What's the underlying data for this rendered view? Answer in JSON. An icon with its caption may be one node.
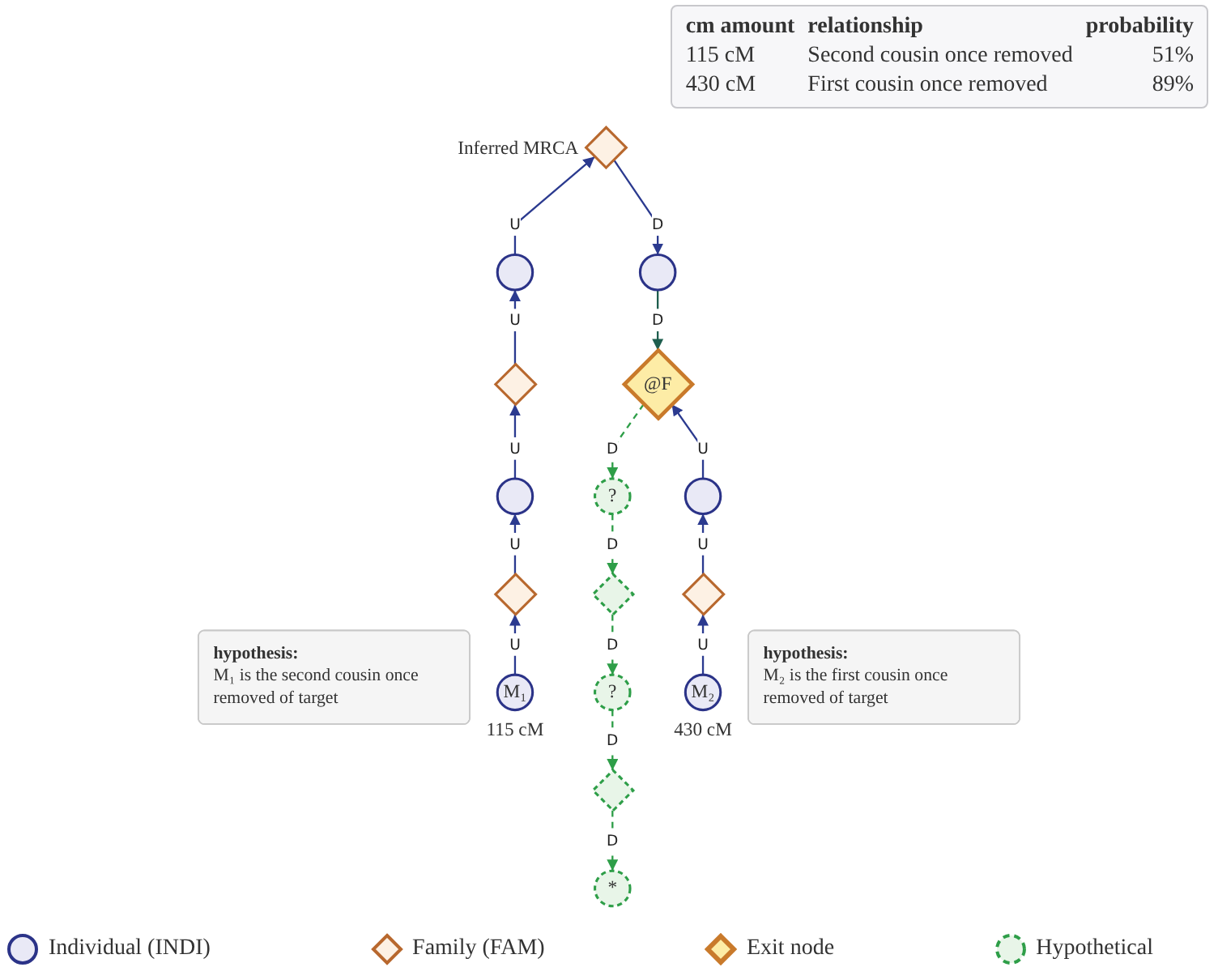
{
  "diagram": {
    "nodes": [
      {
        "text": [],
        "shape": "diamond",
        "beside": [
          "Inferred MRCA"
        ]
      },
      {
        "text": [],
        "shape": "circle"
      },
      {
        "text": [],
        "shape": "diamond"
      },
      {
        "text": [],
        "shape": "circle"
      },
      {
        "text": [],
        "shape": "diamond"
      },
      {
        "text": [
          "M₁"
        ],
        "beside": [
          "115 cM"
        ]
      },
      {
        "text": [],
        "shape": "circle"
      },
      {
        "text": [
          "@F"
        ]
      },
      {
        "text": [
          "?"
        ]
      },
      {
        "text": [],
        "shape": "diamond"
      },
      {
        "text": [
          "?"
        ]
      },
      {
        "text": [],
        "shape": "diamond"
      },
      {
        "text": [
          "*"
        ]
      },
      {
        "text": [],
        "shape": "circle"
      },
      {
        "text": [],
        "shape": "diamond"
      },
      {
        "text": [
          "M₂"
        ],
        "beside": [
          "430 cM"
        ]
      },
      {
        "text": [
          "hypothesis:",
          "M₁ is the second cousin once removed of target"
        ]
      },
      {
        "text": [
          "hypothesis:",
          "M₂ is the first cousin once removed of target"
        ]
      }
    ],
    "edges": [
      {
        "from": 5,
        "to": 4,
        "arrow": "to",
        "label": "U"
      },
      {
        "from": 4,
        "to": 3,
        "arrow": "to",
        "label": "U"
      },
      {
        "from": 3,
        "to": 2,
        "arrow": "to",
        "label": "U"
      },
      {
        "from": 2,
        "to": 1,
        "arrow": "to",
        "label": "U"
      },
      {
        "from": 1,
        "to": 0,
        "arrow": "to",
        "label": "U"
      },
      {
        "from": 0,
        "to": 6,
        "arrow": "to",
        "label": "D"
      },
      {
        "from": 6,
        "to": 7,
        "arrow": "to",
        "label": "D",
        "color": "#1e5e4e"
      },
      {
        "from": 15,
        "to": 14,
        "arrow": "to",
        "label": "U"
      },
      {
        "from": 14,
        "to": 13,
        "arrow": "to",
        "label": "U"
      },
      {
        "from": 13,
        "to": 7,
        "arrow": "to",
        "label": "U"
      },
      {
        "from": 7,
        "to": 8,
        "arrow": "to",
        "label": "D",
        "style": "dashed",
        "color": "#2e9e48"
      },
      {
        "from": 8,
        "to": 9,
        "arrow": "to",
        "label": "D",
        "style": "dashed",
        "color": "#2e9e48"
      },
      {
        "from": 9,
        "to": 10,
        "arrow": "to",
        "label": "D",
        "style": "dashed",
        "color": "#2e9e48"
      },
      {
        "from": 10,
        "to": 11,
        "arrow": "to",
        "label": "D",
        "style": "dashed",
        "color": "#2e9e48"
      },
      {
        "from": 11,
        "to": 12,
        "arrow": "to",
        "label": "D",
        "style": "dashed",
        "color": "#2e9e48"
      }
    ],
    "labels": [
      "cm amount",
      "relationship",
      "probability",
      "115 cM",
      "Second cousin once removed",
      "51%",
      "430 cM",
      "First cousin once removed",
      "89%"
    ],
    "legend": [
      {
        "text": "Individual (INDI)"
      },
      {
        "text": "Family (FAM)"
      },
      {
        "text": "Exit node"
      },
      {
        "text": "Hypothetical"
      }
    ]
  }
}
